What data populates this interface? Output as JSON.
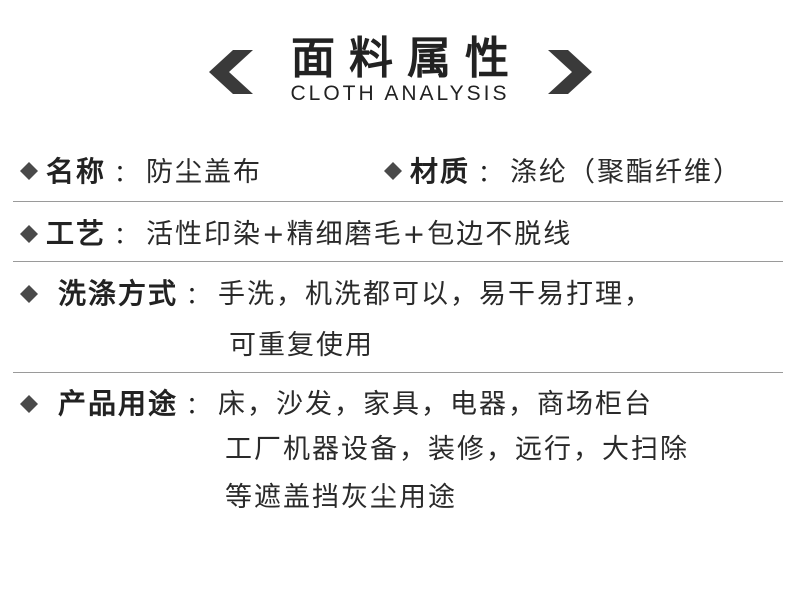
{
  "header": {
    "title": "面料属性",
    "subtitle": "CLOTH ANALYSIS"
  },
  "rows": {
    "name": {
      "label": "名称",
      "colon": "：",
      "value": "防尘盖布"
    },
    "material": {
      "label": "材质",
      "colon": "：",
      "value": "涤纶（聚酯纤维）"
    },
    "craft": {
      "label": "工艺",
      "colon": "：",
      "value": "活性印染+精细磨毛+包边不脱线"
    },
    "washing": {
      "label": "洗涤方式",
      "colon": "：",
      "lines": [
        "手洗，机洗都可以，易干易打理，",
        "可重复使用"
      ]
    },
    "usage": {
      "label": "产品用途",
      "colon": "：",
      "lines": [
        "床，沙发，家具，电器，商场柜台",
        "工厂机器设备，装修，远行，大扫除",
        "等遮盖挡灰尘用途"
      ]
    }
  },
  "colors": {
    "text": "#222222",
    "divider": "#9a9a9a",
    "bullet": "#4a4a4a"
  },
  "icons": {
    "bullet": "diamond-icon",
    "left": "chevron-left-icon",
    "right": "chevron-right-icon"
  }
}
